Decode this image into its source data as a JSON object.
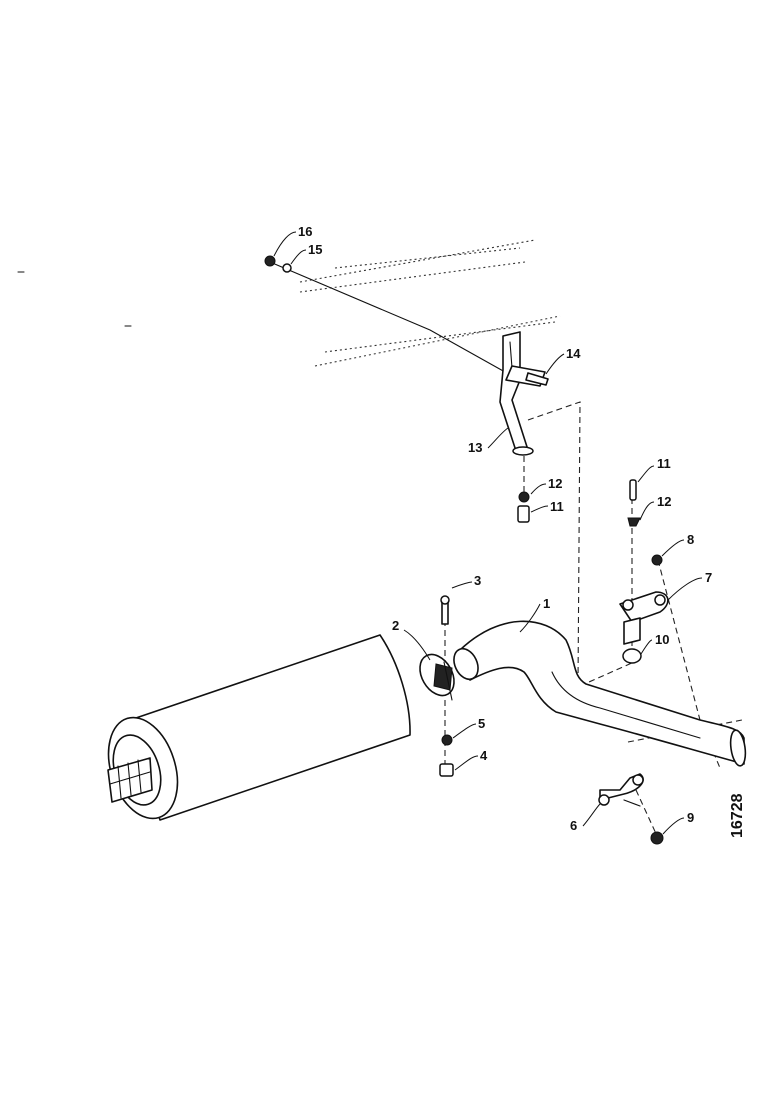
{
  "callouts": {
    "c1": "1",
    "c2": "2",
    "c3": "3",
    "c4": "4",
    "c5": "5",
    "c6": "6",
    "c7": "7",
    "c8": "8",
    "c9": "9",
    "c10": "10",
    "c11a": "11",
    "c11b": "11",
    "c12a": "12",
    "c12b": "12",
    "c13": "13",
    "c14": "14",
    "c15": "15",
    "c16": "16"
  },
  "figure_number": "16728"
}
